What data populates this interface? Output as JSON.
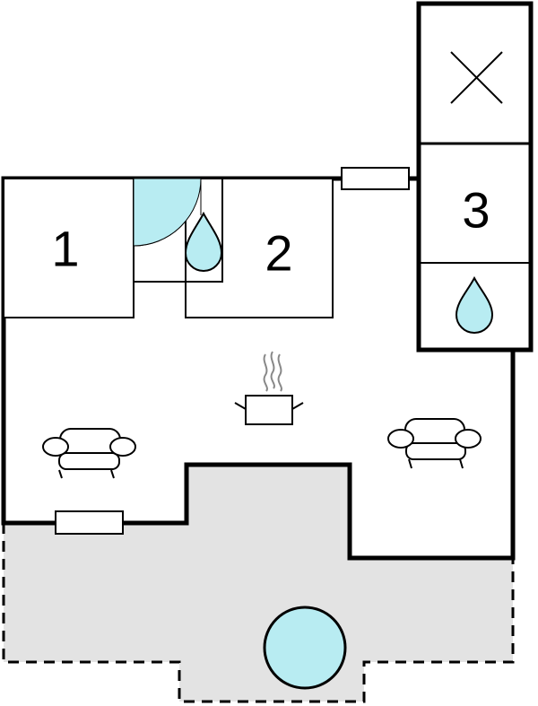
{
  "rooms": [
    {
      "id": "bedroom-1",
      "label": "1"
    },
    {
      "id": "bedroom-2",
      "label": "2"
    },
    {
      "id": "bedroom-3",
      "label": "3"
    }
  ],
  "icons": {
    "bathroom": "water-drop-icon",
    "kitchen": "cooking-pot-icon",
    "sofa": "sofa-icon",
    "open_space": "cross-icon",
    "window": "window-icon",
    "pool": "pool-icon",
    "shower": "shower-icon"
  },
  "colors": {
    "wall": "#000000",
    "water": "#b8ecf2",
    "terrace": "#e3e3e3",
    "background": "#ffffff",
    "steam": "#888888"
  }
}
